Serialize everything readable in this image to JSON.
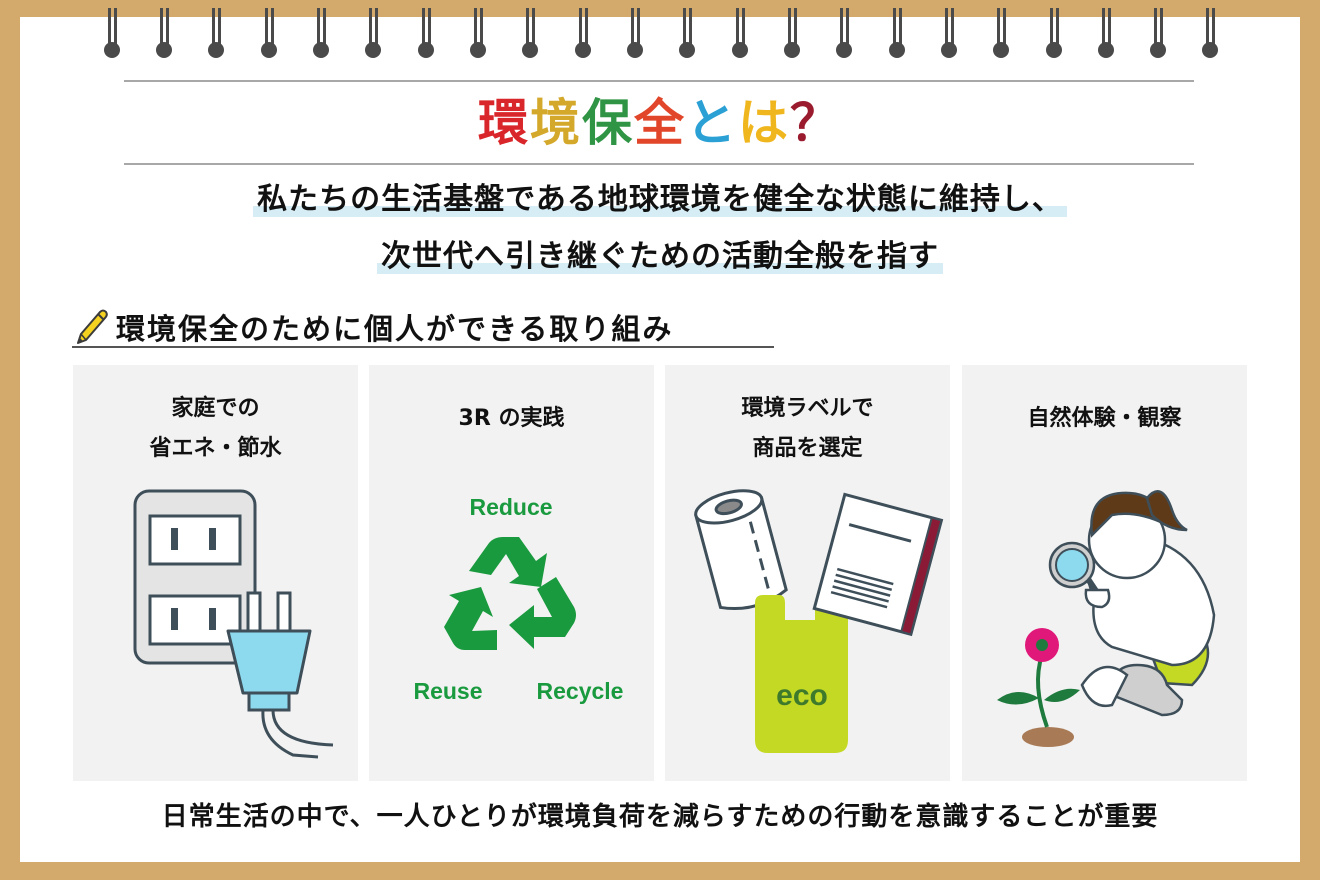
{
  "page": {
    "title": {
      "chars": [
        {
          "char": "環",
          "color": "#d9262a"
        },
        {
          "char": "境",
          "color": "#d4a82a"
        },
        {
          "char": "保",
          "color": "#2f9444"
        },
        {
          "char": "全",
          "color": "#e2462a"
        },
        {
          "char": "と",
          "color": "#2aa0d4"
        },
        {
          "char": "は",
          "color": "#f0b61e"
        },
        {
          "char": "？",
          "color": "#9a1b2e"
        }
      ]
    },
    "lead": {
      "line1": "私たちの生活基盤である地球環境を健全な状態に維持し、",
      "line2": "次世代へ引き継ぐための活動全般を指す"
    },
    "subheading": {
      "icon": "pencil-icon",
      "text": "環境保全のために個人ができる取り組み"
    },
    "panels": [
      {
        "title_line1": "家庭での",
        "title_line2": "省エネ・節水",
        "illustration": "outlet-plug"
      },
      {
        "title_line1": "3R の実践",
        "title_line2": "",
        "illustration": "recycle-symbol",
        "labels": {
          "reduce": "Reduce",
          "reuse": "Reuse",
          "recycle": "Recycle"
        }
      },
      {
        "title_line1": "環境ラベルで",
        "title_line2": "商品を選定",
        "illustration": "eco-products",
        "bag_label": "eco"
      },
      {
        "title_line1": "自然体験・観察",
        "title_line2": "",
        "illustration": "girl-observing-flower"
      }
    ],
    "footer": "日常生活の中で、一人ひとりが環境負荷を減らすための行動を意識することが重要",
    "colors": {
      "border": "#d3aa6c",
      "ring": "#4a4a4a",
      "highlight": "#d6edf6",
      "panel_bg": "#f2f2f2",
      "recycle_green": "#1a9a3e",
      "eco_bag": "#c4d924"
    }
  }
}
